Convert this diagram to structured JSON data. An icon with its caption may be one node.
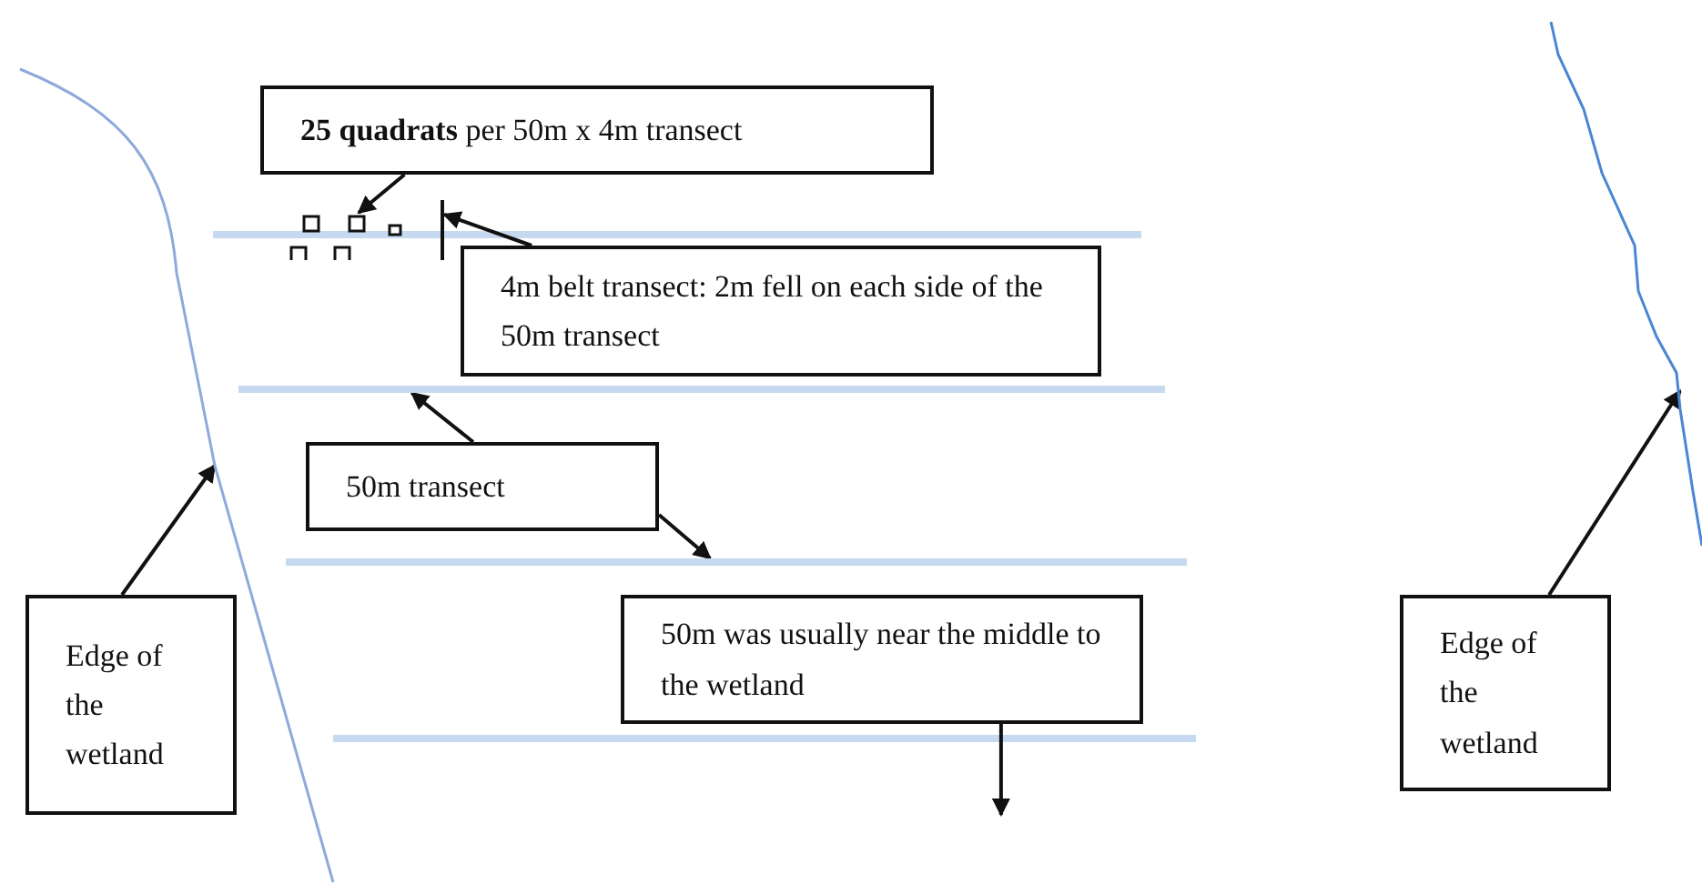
{
  "diagram": {
    "nodes": [
      {
        "text": [
          "**25 quadrats** per 50m x 4m transect"
        ]
      },
      {
        "text": [],
        "shape": "box"
      },
      {
        "text": [
          "4m belt transect: 2m fell on each side of the 50m transect"
        ]
      },
      {
        "text": [],
        "shape": "bar"
      },
      {
        "text": [
          "50m transect"
        ]
      },
      {
        "text": [],
        "shape": "line"
      },
      {
        "text": [],
        "shape": "line"
      },
      {
        "text": [
          "50m was usually near the middle to the wetland"
        ]
      },
      {
        "text": [
          "Edge of the wetland"
        ]
      },
      {
        "text": [],
        "shape": "line"
      },
      {
        "text": [
          "Edge of the wetland"
        ]
      },
      {
        "text": [],
        "shape": "line"
      }
    ],
    "edges": [
      {
        "from": 0,
        "to": 1,
        "arrow": "to"
      },
      {
        "from": 2,
        "to": 3,
        "arrow": "to"
      },
      {
        "from": 4,
        "to": 5,
        "arrow": "to"
      },
      {
        "from": 4,
        "to": 6,
        "arrow": "to"
      },
      {
        "from": 8,
        "to": 9,
        "arrow": "to"
      },
      {
        "from": 10,
        "to": 11,
        "arrow": "to"
      },
      {
        "from": 7,
        "to": null,
        "arrow": "to"
      }
    ]
  }
}
